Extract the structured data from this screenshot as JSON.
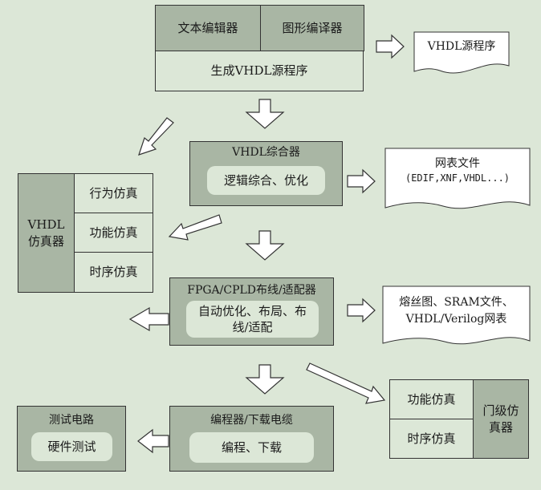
{
  "editors": {
    "text_editor": "文本编辑器",
    "graphic_editor": "图形编译器",
    "generate": "生成VHDL源程序"
  },
  "vhdl_source": "VHDL源程序",
  "synthesizer": {
    "title": "VHDL综合器",
    "action": "逻辑综合、优化"
  },
  "netlist": {
    "line1": "网表文件",
    "line2": "(EDIF,XNF,VHDL...)"
  },
  "simulator": {
    "label": "VHDL\n仿真器",
    "items": [
      "行为仿真",
      "功能仿真",
      "时序仿真"
    ]
  },
  "fitter": {
    "title": "FPGA/CPLD布线/适配器",
    "action": "自动优化、布局、布\n线/适配"
  },
  "fuse": {
    "line1": "熔丝图、SRAM文件、",
    "line2": "VHDL/Verilog网表"
  },
  "programmer": {
    "title": "编程器/下载电缆",
    "action": "编程、下载"
  },
  "test": {
    "title": "测试电路",
    "action": "硬件测试"
  },
  "gate_sim": {
    "items": [
      "功能仿真",
      "时序仿真"
    ],
    "label": "门级仿\n真器"
  }
}
